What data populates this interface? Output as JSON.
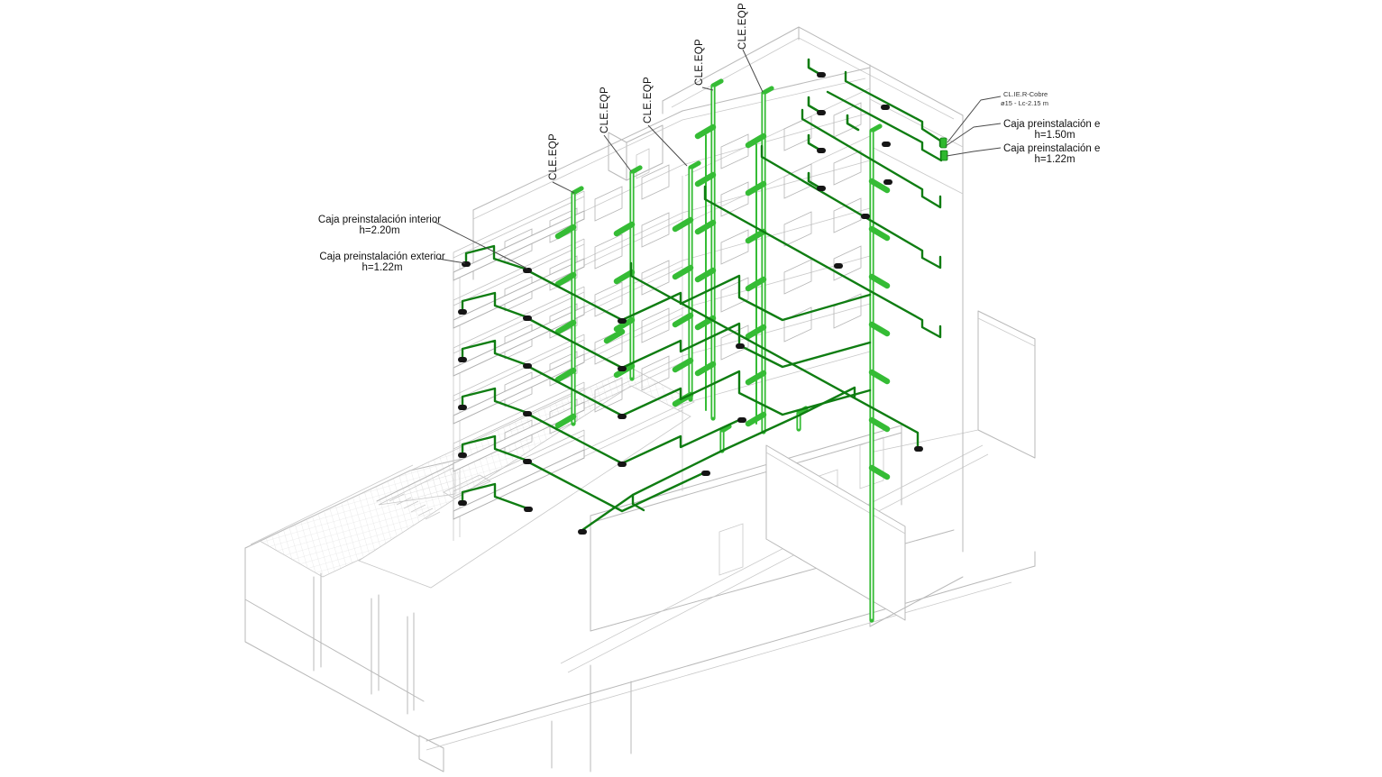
{
  "drawing": {
    "riser_labels": [
      "CLE.EQP",
      "CLE.EQP",
      "CLE.EQP",
      "CLE.EQP",
      "CLE.EQP"
    ],
    "annotations_left": [
      {
        "title": "Caja preinstalación interior",
        "height": "h=2.20m"
      },
      {
        "title": "Caja preinstalación exterior",
        "height": "h=1.22m"
      }
    ],
    "annotations_right": [
      {
        "title": "CL.IE.R-Cobre",
        "subtitle": "ø15 -  Lc-2.15 m"
      },
      {
        "title": "Caja preinstalación e",
        "height": "h=1.50m"
      },
      {
        "title": "Caja preinstalación e",
        "height": "h=1.22m"
      }
    ],
    "colors": {
      "riser_green": "#35bc35",
      "run_green": "#0f7d12",
      "wireframe_gray": "#b9b9b9",
      "connector_black": "#151515",
      "leader_gray": "#4a4a4a",
      "background": "#ffffff"
    }
  }
}
